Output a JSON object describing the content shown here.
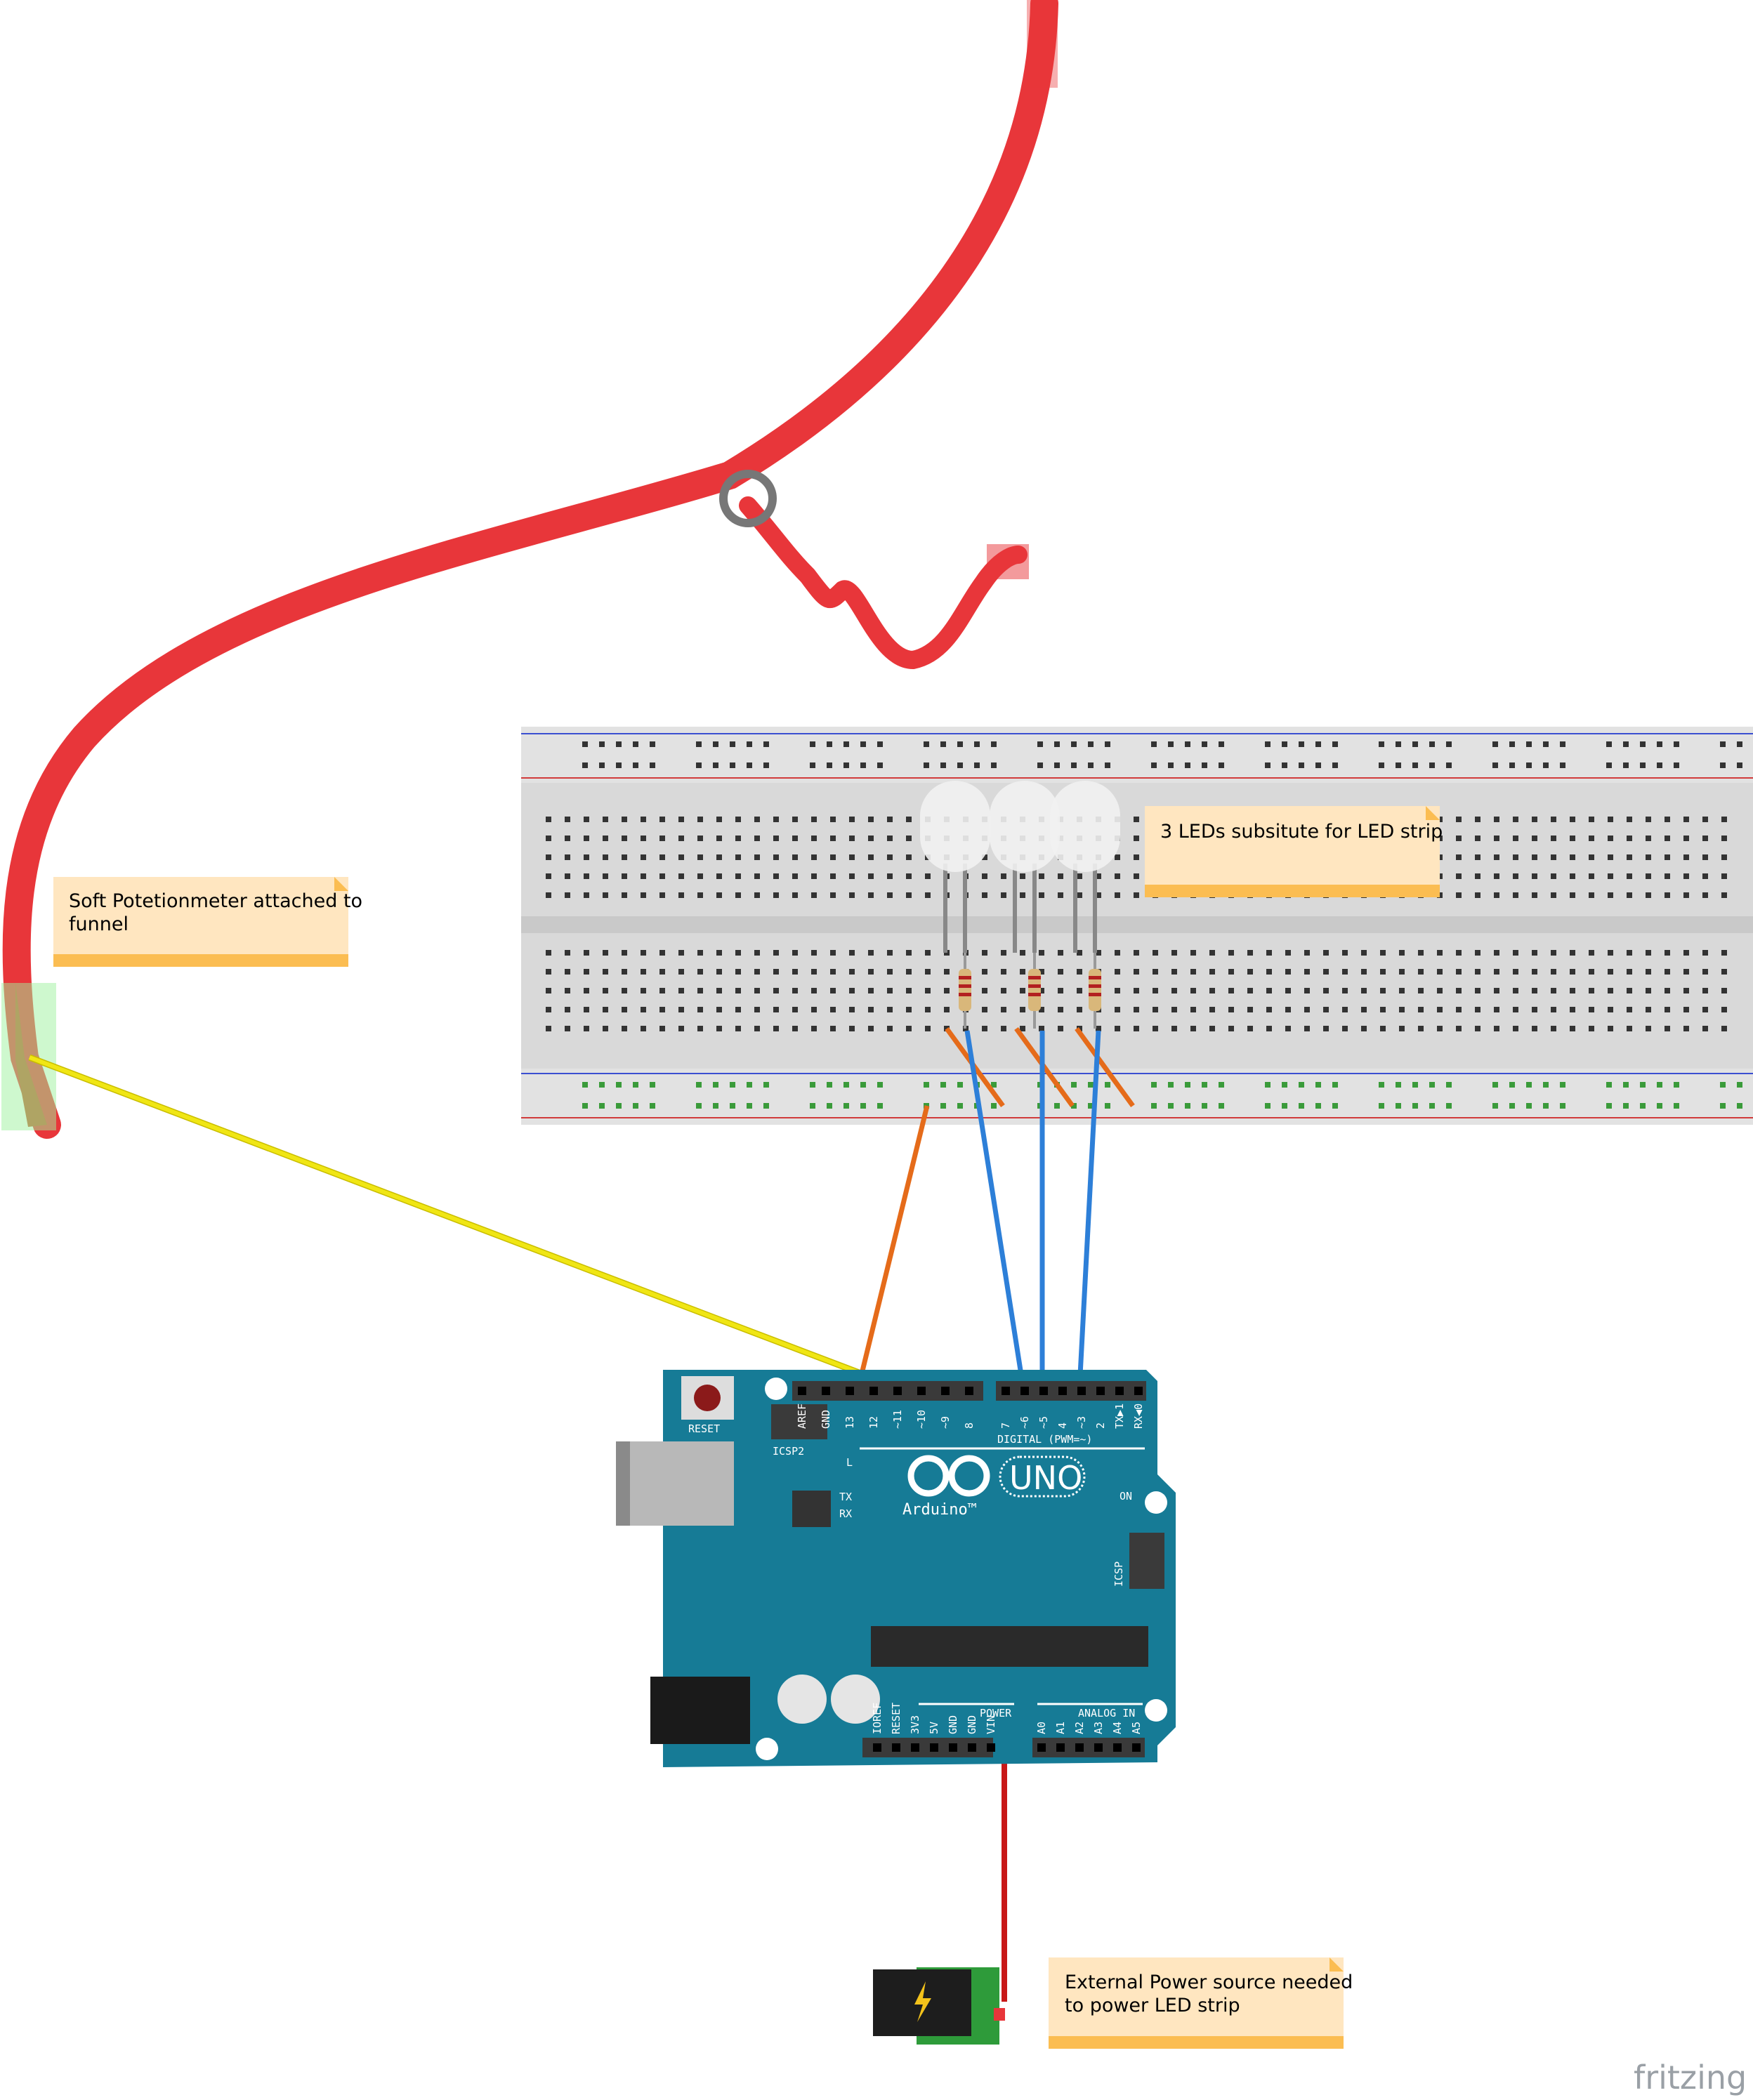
{
  "notes": [
    {
      "line1": "Soft Potetionmeter attached to",
      "line2": "funnel"
    },
    {
      "line1": "3 LEDs  subsitute for LED strip",
      "line2": ""
    },
    {
      "line1": "External Power source needed",
      "line2": "to power LED strip"
    }
  ],
  "arduino": {
    "reset_label": "RESET",
    "icsp2_label": "ICSP2",
    "icsp_label": "ICSP",
    "digital_label": "DIGITAL (PWM=~)",
    "brand": "Arduino™",
    "model": "UNO",
    "led_l": "L",
    "led_tx": "TX",
    "led_rx": "RX",
    "led_on": "ON",
    "digital_pins": [
      "AREF",
      "GND",
      "13",
      "12",
      "~11",
      "~10",
      "~9",
      "8",
      "7",
      "~6",
      "~5",
      "4",
      "~3",
      "2",
      "TX▶1",
      "RX◀0"
    ],
    "power_label": "POWER",
    "analog_label": "ANALOG IN",
    "power_pins": [
      "IOREF",
      "RESET",
      "3V3",
      "5V",
      "GND",
      "GND",
      "VIN"
    ],
    "analog_pins": [
      "A0",
      "A1",
      "A2",
      "A3",
      "A4",
      "A5"
    ]
  },
  "logo": "fritzing",
  "colors": {
    "wire_red": "#e8363a",
    "wire_yellow": "#f0e614",
    "wire_orange": "#e56b1a",
    "wire_blue": "#2d7fd8",
    "board": "#167b96",
    "note_bg": "#ffe6c0",
    "note_bar": "#fbbd52"
  }
}
